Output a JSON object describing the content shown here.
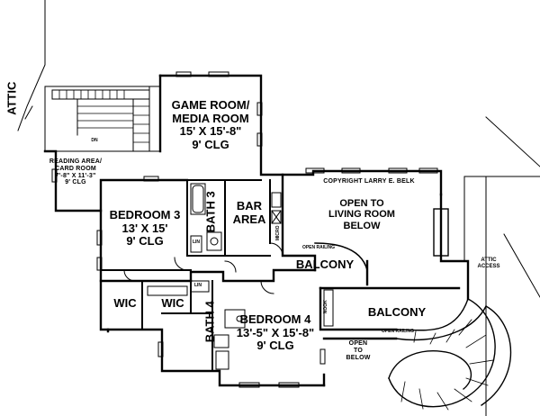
{
  "labels": {
    "attic_left": "ATTIC",
    "game_room": [
      "GAME ROOM/",
      "MEDIA ROOM",
      "15' X 15'-8\"",
      "9' CLG"
    ],
    "reading_area": [
      "READING AREA/",
      "CARD ROOM",
      "7'-8\" X 11'-3\"",
      "9' CLG"
    ],
    "dn": "DN",
    "bedroom3": [
      "BEDROOM 3",
      "13' X 15'",
      "9' CLG"
    ],
    "bath3": "BATH 3",
    "bar_area": [
      "BAR",
      "AREA"
    ],
    "lin": "LIN",
    "micro": "MICRO",
    "copyright": "COPYRIGHT LARRY E. BELK",
    "open_living": [
      "OPEN TO",
      "LIVING ROOM",
      "BELOW"
    ],
    "open_railing": "OPEN RAILING",
    "balcony": "BALCONY",
    "attic_access": [
      "ATTIC",
      "ACCESS"
    ],
    "wic": "WIC",
    "bath4": "BATH 4",
    "bedroom4": [
      "BEDROOM 4",
      "13'-5\" X 15'-8\"",
      "9' CLG"
    ],
    "nook": "NOOK",
    "open_below": [
      "OPEN",
      "TO",
      "BELOW"
    ]
  }
}
